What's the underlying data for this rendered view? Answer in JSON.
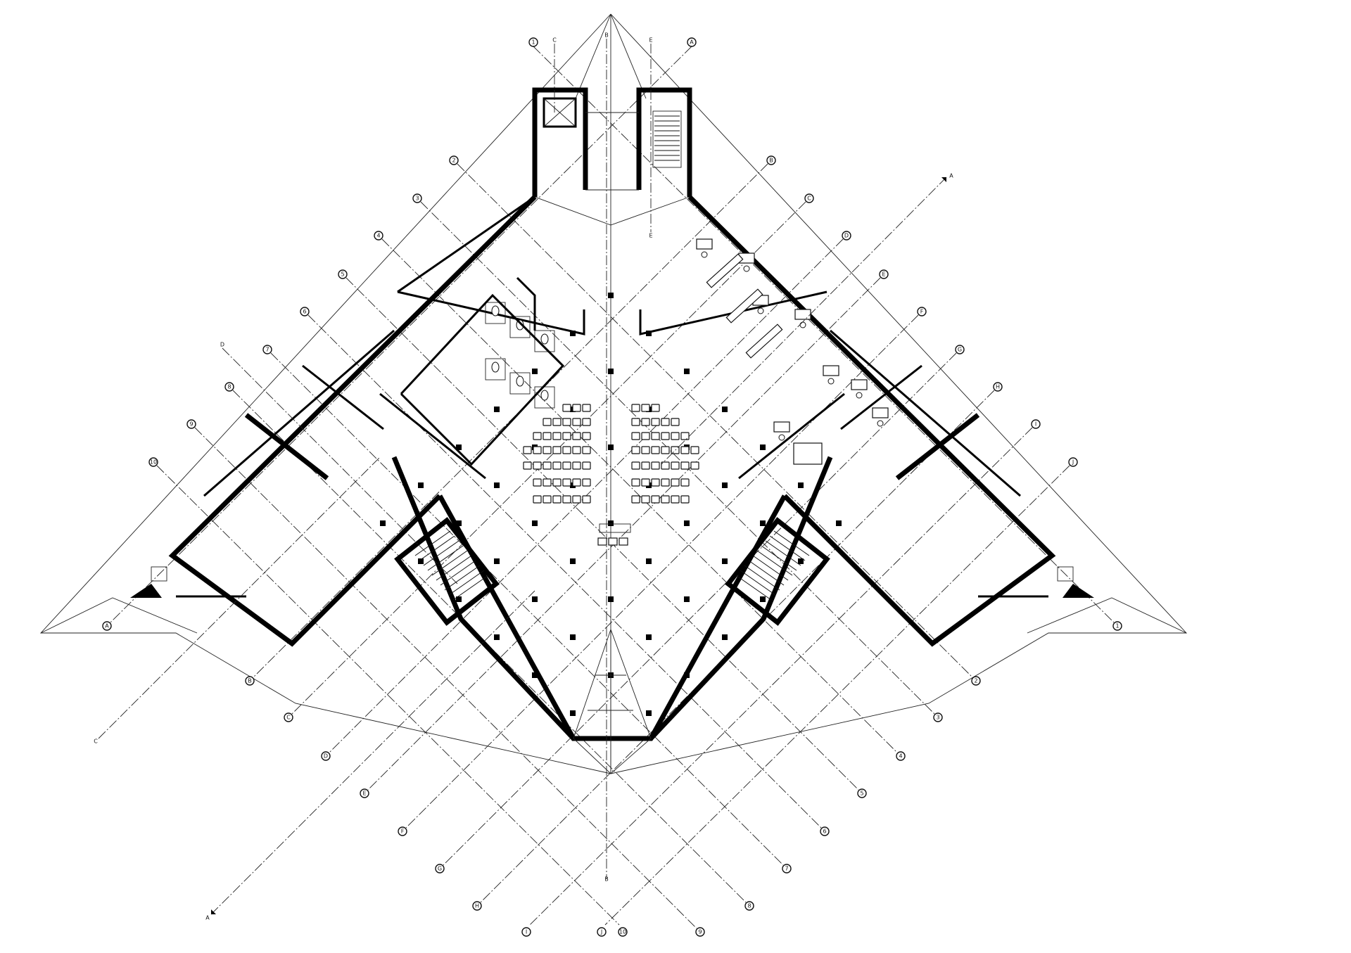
{
  "drawing": {
    "line_color": "#000000",
    "background": "#ffffff"
  },
  "grid_bubbles": {
    "top_axis_1": "1",
    "top_axis_A": "A",
    "left_numbers": [
      "2",
      "3",
      "4",
      "5",
      "6",
      "7",
      "8",
      "9",
      "10"
    ],
    "left_letters_bottom": [
      "A",
      "B",
      "C",
      "D",
      "E",
      "F",
      "G",
      "H",
      "I"
    ],
    "right_letters": [
      "B",
      "C",
      "D",
      "E",
      "F",
      "G",
      "H",
      "I",
      "J"
    ],
    "right_numbers_bottom": [
      "1",
      "2",
      "3",
      "4",
      "5",
      "6",
      "7",
      "8",
      "9"
    ],
    "bottom_J": "J",
    "bottom_10": "10"
  },
  "section_marks": {
    "A": "A",
    "B": "B",
    "C": "C",
    "D": "D",
    "E": "E"
  }
}
